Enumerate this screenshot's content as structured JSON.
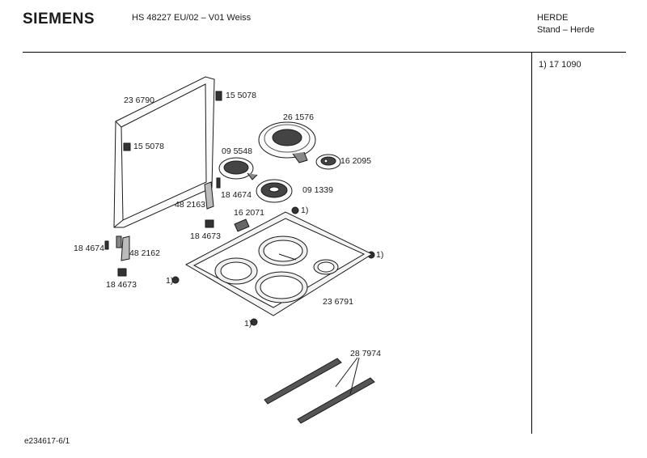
{
  "header": {
    "brand": "SIEMENS",
    "model": "HS 48227 EU/02 – V01 Weiss",
    "category": "HERDE",
    "subcategory": "Stand – Herde"
  },
  "notes": {
    "note_1": "1)  17 1090"
  },
  "footer": {
    "drawing_id": "e234617-6/1"
  },
  "parts": {
    "p1": "23 6790",
    "p2": "15 5078",
    "p3": "15 5078",
    "p4": "26 1576",
    "p5": "09 5548",
    "p6": "16 2095",
    "p7": "18 4674",
    "p8": "09 1339",
    "p9": "48 2163",
    "p10": "16 2071",
    "p11": "1)",
    "p12": "18 4673",
    "p13": "1)",
    "p14": "18 4674",
    "p15": "48 2162",
    "p16": "18 4673",
    "p17": "1)",
    "p18": "23 6791",
    "p19": "1)",
    "p20": "28 7974"
  }
}
